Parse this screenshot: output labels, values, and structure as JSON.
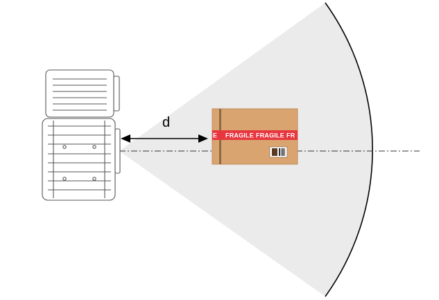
{
  "distance_label": "d",
  "box": {
    "tape_text": "FRAGILE",
    "tape_text_partial_left": "E",
    "tape_text_partial_right": "FR"
  },
  "colors": {
    "field_of_view": "#ebebeb",
    "box": "#d9a470",
    "box_edge": "#c18e5e",
    "tape": "#e8363f",
    "sensor_outline": "#555555",
    "sensor_fill": "#ffffff",
    "arrow": "#000000"
  }
}
